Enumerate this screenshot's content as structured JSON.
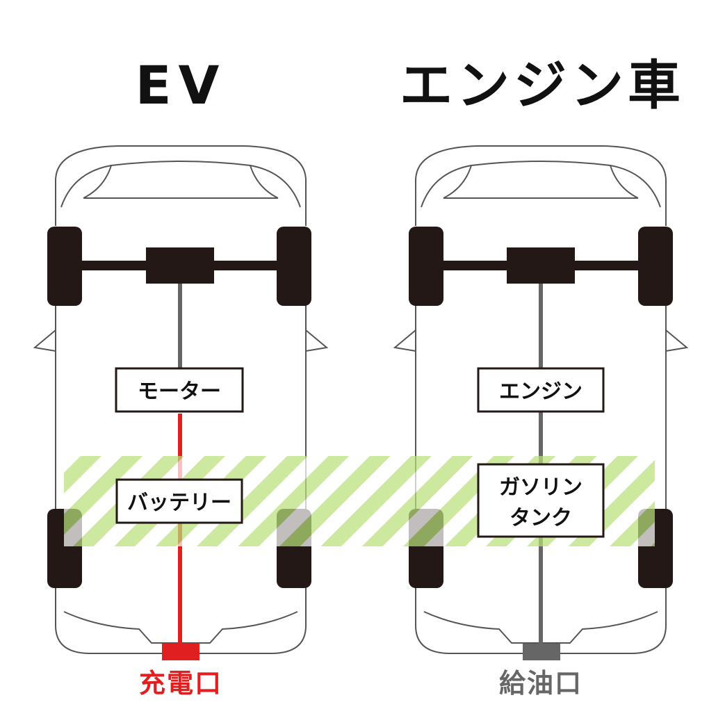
{
  "titles": {
    "ev": "EV",
    "engine": "エンジン車"
  },
  "ev_car": {
    "motor_label": "モーター",
    "battery_label": "バッテリー",
    "port_label": "充電口"
  },
  "engine_car": {
    "engine_label": "エンジン",
    "tank_label_line1": "ガソリン",
    "tank_label_line2": "タンク",
    "port_label": "給油口"
  },
  "colors": {
    "ev_port": "#e02020",
    "engine_port": "#666666",
    "highlight_stripe": "#b8e07a",
    "tire": "#231815",
    "outline": "#555555"
  }
}
